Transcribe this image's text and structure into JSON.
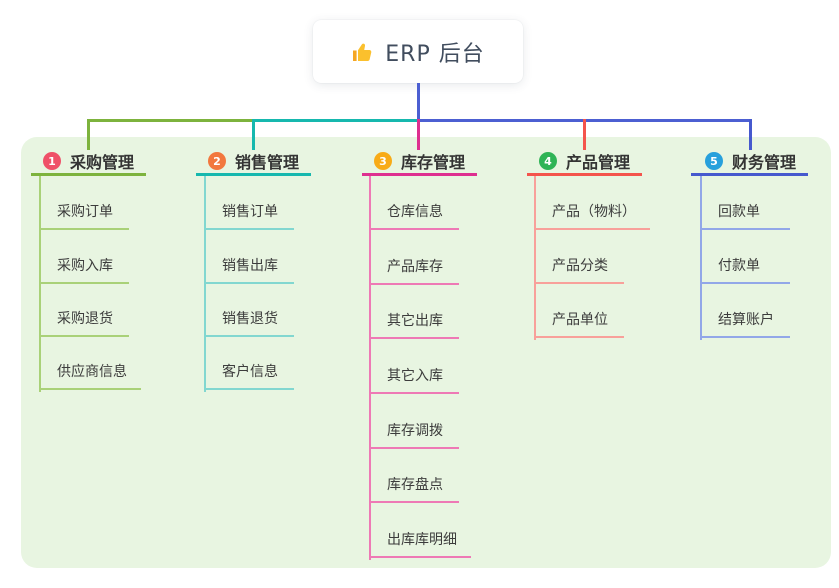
{
  "root": {
    "title": "ERP 后台",
    "icon": "thumbs-up-icon"
  },
  "colors": {
    "canvas_bg": "#ffffff",
    "panel_bg": "#e8f5e1",
    "root_connector": "#4c5fd2",
    "root_text": "#414d5e",
    "thumb_yellow": "#fbc02d"
  },
  "branches": [
    {
      "badge": "1",
      "title": "采购管理",
      "badge_color": "#ef5068",
      "line_color": "#7db33d",
      "child_line_color": "#a9d178",
      "children": [
        "采购订单",
        "采购入库",
        "采购退货",
        "供应商信息"
      ]
    },
    {
      "badge": "2",
      "title": "销售管理",
      "badge_color": "#f2783e",
      "line_color": "#16b8ae",
      "child_line_color": "#82d7d0",
      "children": [
        "销售订单",
        "销售出库",
        "销售退货",
        "客户信息"
      ]
    },
    {
      "badge": "3",
      "title": "库存管理",
      "badge_color": "#f8ab17",
      "line_color": "#de2f90",
      "child_line_color": "#ee79b5",
      "children": [
        "仓库信息",
        "产品库存",
        "其它出库",
        "其它入库",
        "库存调拨",
        "库存盘点",
        "出库库明细"
      ]
    },
    {
      "badge": "4",
      "title": "产品管理",
      "badge_color": "#2fb456",
      "line_color": "#f4544c",
      "child_line_color": "#f8a09a",
      "children": [
        "产品（物料）",
        "产品分类",
        "产品单位"
      ]
    },
    {
      "badge": "5",
      "title": "财务管理",
      "badge_color": "#27a0dc",
      "line_color": "#4659ce",
      "child_line_color": "#92a7e8",
      "children": [
        "回款单",
        "付款单",
        "结算账户"
      ]
    }
  ]
}
